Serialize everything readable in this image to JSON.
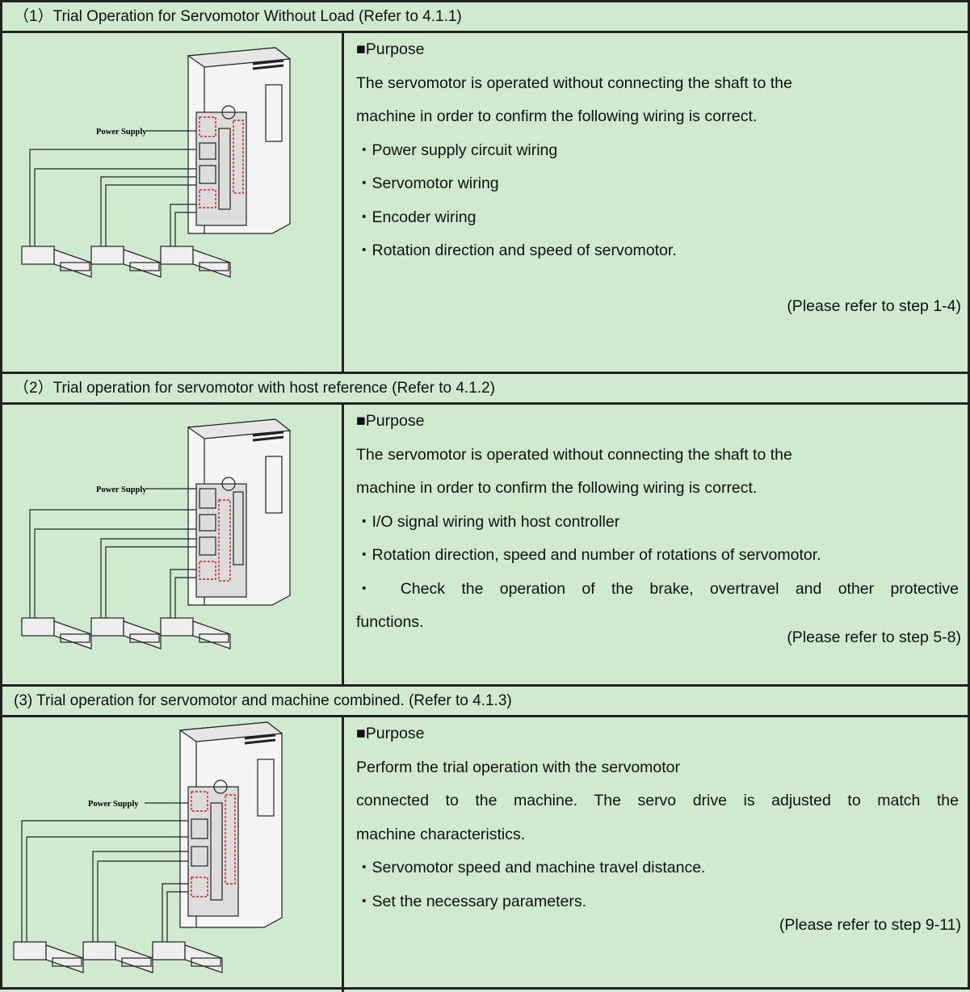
{
  "sections": [
    {
      "header": "（1）Trial Operation for Servomotor Without Load (Refer to 4.1.1)",
      "figure_label": "Power Supply",
      "purpose_title": "■Purpose",
      "lines": [
        "The servomotor is operated without connecting the shaft to the",
        "machine in order to confirm the following wiring is correct.",
        "・Power supply circuit wiring",
        "・Servomotor wiring",
        "・Encoder wiring",
        "・Rotation direction and speed of servomotor."
      ],
      "refer": "(Please refer to step 1-4)"
    },
    {
      "header": "（2）Trial operation for servomotor with host reference (Refer to 4.1.2)",
      "figure_label": "Power Supply",
      "purpose_title": "■Purpose",
      "lines": [
        "The servomotor is operated without connecting the shaft to the",
        "machine in order to confirm the following wiring is correct.",
        "・I/O signal wiring with host controller",
        "・Rotation direction, speed and number of rotations of servomotor.",
        "・ Check the operation of the brake, overtravel and other protective",
        "functions."
      ],
      "refer": "(Please refer to step 5-8)"
    },
    {
      "header": "(3) Trial operation for servomotor and machine combined. (Refer to 4.1.3)",
      "figure_label": "Power Supply",
      "purpose_title": "■Purpose",
      "lines": [
        "Perform the trial operation with the servomotor",
        "connected to the machine. The servo drive is adjusted to match the",
        "machine characteristics.",
        "・Servomotor speed and machine travel distance.",
        "・Set the necessary parameters."
      ],
      "refer": "(Please refer to step 9-11)"
    }
  ]
}
